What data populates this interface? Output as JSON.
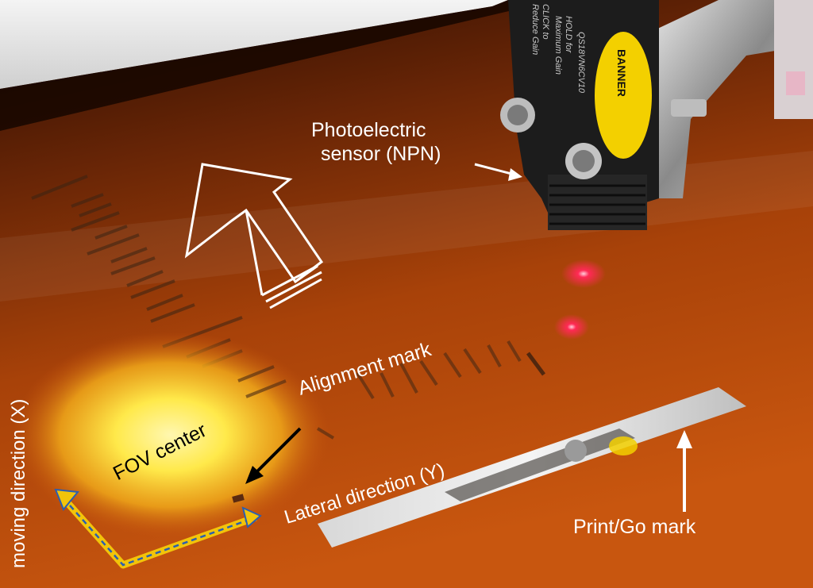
{
  "labels": {
    "sensor_line1": "Photoelectric",
    "sensor_line2": "sensor (NPN)",
    "alignment_mark": "Alignment mark",
    "fov_center": "FOV center",
    "lateral_direction": "Lateral direction (Y)",
    "moving_direction": "moving direction (X)",
    "print_go_mark": "Print/Go mark"
  },
  "sensor_text": {
    "model": "QS18VN6CV10",
    "hold": "HOLD for",
    "max_gain": "Maximum Gain",
    "click": "CLICK to",
    "reduce_gain": "Reduce Gain",
    "brand": "BANNER"
  },
  "colors": {
    "web_orange": "#b5490c",
    "web_dark": "#3a1404",
    "fov_glow": "#fff35a",
    "laser_red": "#ff2a55",
    "axis_yellow": "#f2c40a",
    "axis_blue": "#2b5fb0",
    "sensor_yellow": "#f3d000"
  }
}
